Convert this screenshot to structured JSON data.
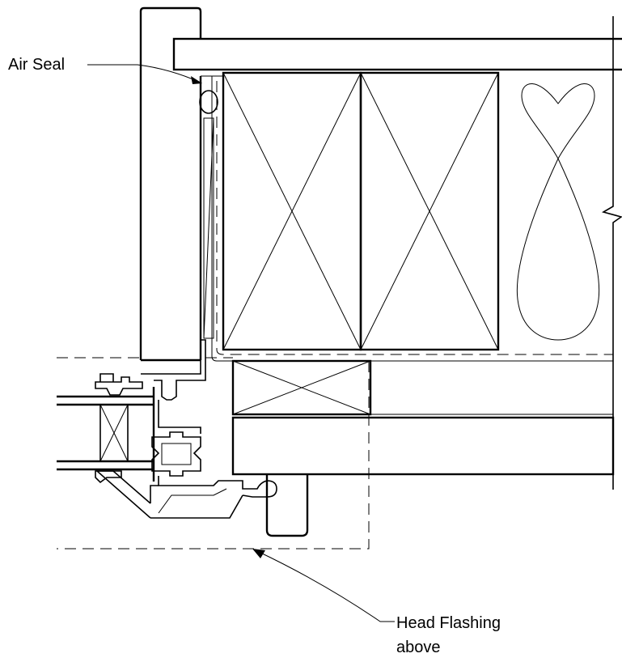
{
  "labels": {
    "air_seal": "Air Seal",
    "head_flashing_line1": "Head Flashing",
    "head_flashing_line2": "above"
  },
  "colors": {
    "line": "#000000",
    "background": "#ffffff"
  }
}
